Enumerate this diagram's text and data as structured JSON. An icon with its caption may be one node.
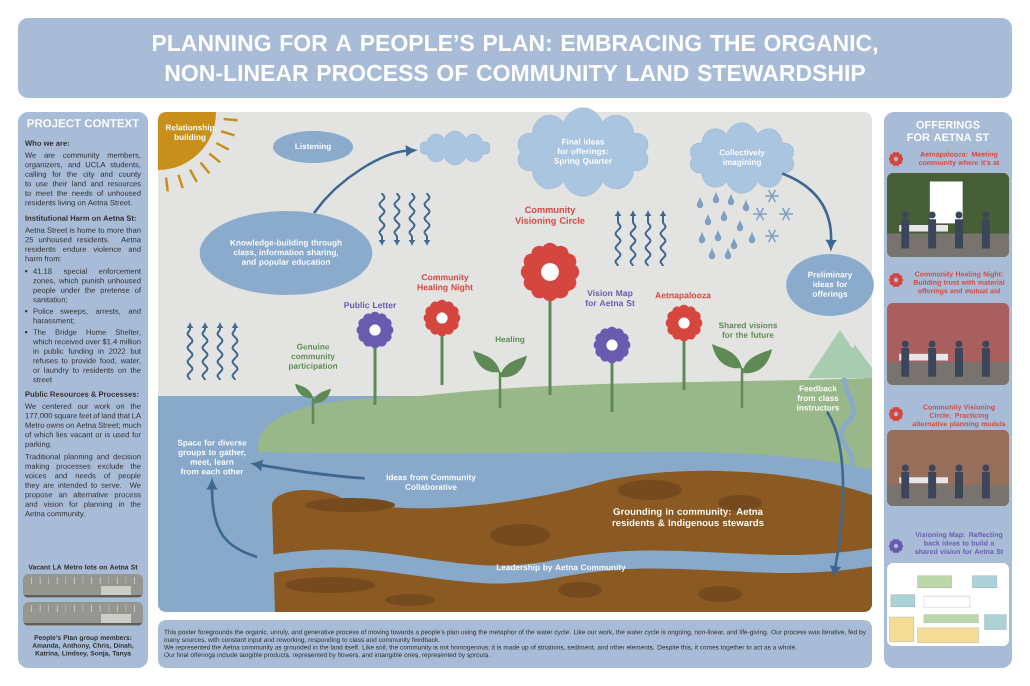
{
  "diagram": {
    "title": "PLANNING FOR A PEOPLE’S PLAN: EMBRACING THE ORGANIC, NON-LINEAR PROCESS OF COMMUNITY LAND STEWARDSHIP",
    "nodes": [
      {
        "text": [
          "PROJECT CONTEXT",
          "Who we are:",
          "We are community members, organizers, and UCLA students, calling for the city and county to use their land and resources to meet the needs of unhoused residents living on Aetna Street.",
          "Institutional Harm on Aetna St:",
          "Aetna Street is home to more than 25 unhoused residents. Aetna residents endure violence and harm from:",
          "41.18 special enforcement zones, which punish unhoused people under the pretense of sanitation;",
          "Police sweeps, arrests, and harassment;",
          "The Bridge Home Shelter, which received over $1.4 million in public funding in 2022 but refuses to provide food, water, or laundry to residents on the street",
          "Public Resources & Processes:",
          "We centered our work on the 177,000 square feet of land that LA Metro owns on Aetna Street; much of which lies vacant or is used for parking.",
          "Traditional planning and decision making processes exclude the voices and needs of people they are intended to serve. We propose an alternative process and vision for planning in the Aetna community.",
          "Vacant LA Metro lots on Aetna St",
          "People’s Plan group members: Amanda, Anthony, Chris, Dinah, Katrina, Lindsey, Sonja, Tanya"
        ]
      },
      {
        "text": [],
        "shape": "picture",
        "in": 0
      },
      {
        "text": [],
        "shape": "picture",
        "in": 0
      },
      {
        "text": [
          "Relationship building"
        ]
      },
      {
        "text": [
          "Listening"
        ]
      },
      {
        "text": [],
        "shape": "cloud"
      },
      {
        "text": [
          "Final ideas for offerings: Spring Quarter"
        ]
      },
      {
        "text": [
          "Collectively imagining"
        ]
      },
      {
        "text": [
          "Knowledge-building through class, information sharing, and popular education"
        ]
      },
      {
        "text": [
          "Preliminary ideas for offerings"
        ]
      },
      {
        "text": [
          "Feedback from class instructors"
        ]
      },
      {
        "text": [
          "Space for diverse groups to gather, meet, learn from each other"
        ]
      },
      {
        "text": [
          "Ideas from Community Collaborative"
        ]
      },
      {
        "text": [
          "OFFERINGS FOR AETNA ST",
          "Aetnapalooza: Meeting community where it’s at",
          "Community Healing Night: Building trust with material offerings and mutual aid",
          "Community Visioning Circle: Practicing alternative planning models",
          "Visioning Map: Reflecting back ideas to build a shared vision for Aetna St"
        ]
      },
      {
        "text": [],
        "shape": "picture",
        "in": 13
      },
      {
        "text": [],
        "shape": "picture",
        "in": 13
      },
      {
        "text": [],
        "shape": "picture",
        "in": 13
      },
      {
        "text": [],
        "shape": "picture",
        "in": 13
      },
      {
        "text": [
          "This poster foregrounds the organic, unruly, and generative process of moving towards a people’s plan using the metaphor of the water cycle. Like our work, the water cycle is ongoing, non-linear, and life-giving. Our process was iterative, fed by many sources, with constant input and reworking, responding to class and community feedback.",
          "We represented the Aetna community as grounded in the land itself. Like soil, the community is not homogenous; it is made up of striations, sediment, and other elements. Despite this, it comes together to act as a whole.",
          "Our final offerings include tangible products, represented by flowers, and intangible ones, represented by sprouts."
        ]
      }
    ],
    "edges": [
      {
        "from": 8,
        "to": 5,
        "arrow": "to"
      },
      {
        "from": 7,
        "to": 9,
        "arrow": "to"
      },
      {
        "from": 12,
        "to": 11,
        "arrow": "to"
      },
      {
        "from": null,
        "to": 11,
        "arrow": "to"
      },
      {
        "from": 10,
        "to": null,
        "arrow": "to"
      }
    ],
    "labels": [
      "Public Letter",
      "Community Healing Night",
      "Community Visioning Circle",
      "Vision Map for Aetna St",
      "Aetnapalooza",
      "Genuine community participation",
      "Healing",
      "Shared visions for the future",
      "Grounding in community: Aetna residents & Indigenous stewards",
      "Leadership by Aetna Community"
    ]
  }
}
